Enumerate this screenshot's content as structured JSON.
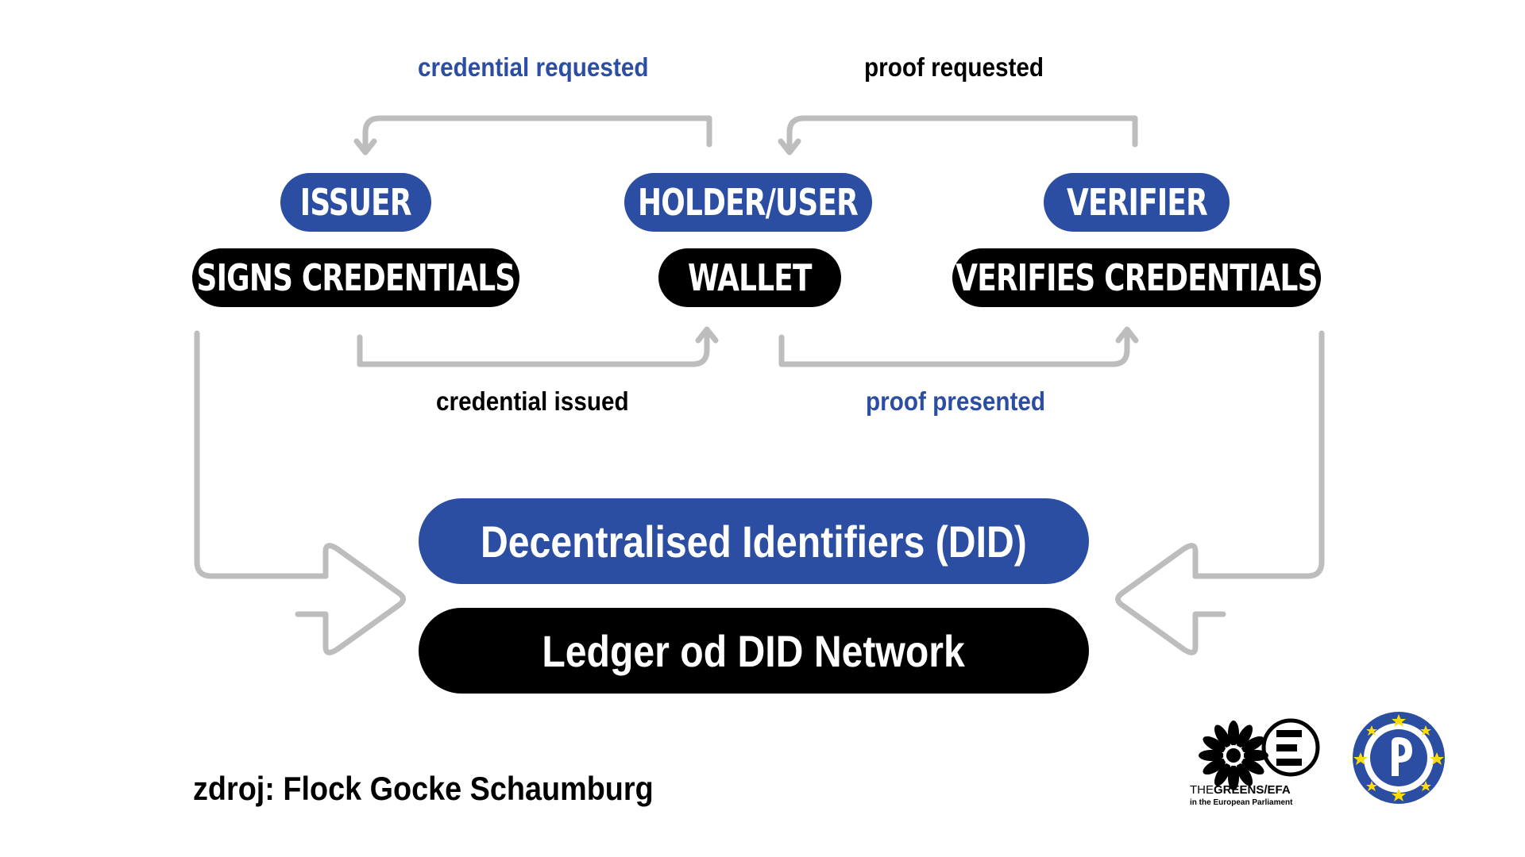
{
  "roles": {
    "issuer": {
      "title": "ISSUER",
      "function": "SIGNS CREDENTIALS"
    },
    "holder": {
      "title": "HOLDER/USER",
      "function": "WALLET"
    },
    "verifier": {
      "title": "VERIFIER",
      "function": "VERIFIES CREDENTIALS"
    }
  },
  "flows": {
    "credential_requested": "credential requested",
    "proof_requested": "proof requested",
    "credential_issued": "credential issued",
    "proof_presented": "proof presented"
  },
  "did": {
    "title": "Decentralised Identifiers (DID)",
    "ledger": "Ledger od DID Network"
  },
  "source": "zdroj: Flock Gocke Schaumburg",
  "logos": {
    "greens_line1_a": "THE",
    "greens_line1_b": "GREENS/EFA",
    "greens_line2": "in the European Parliament",
    "greens_icon": "greens-efa-logo",
    "pirate_icon": "pirate-party-logo"
  },
  "colors": {
    "blue": "#2b4ea2",
    "black": "#000000",
    "arrow_gray": "#bdbdbd",
    "eu_yellow": "#ffdd00"
  }
}
